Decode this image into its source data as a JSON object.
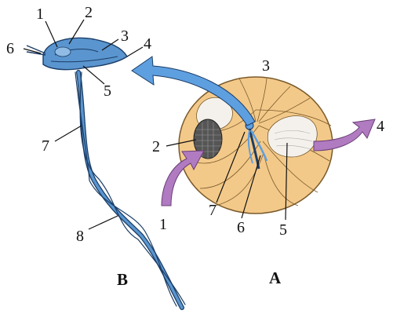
{
  "panels": {
    "b": "B",
    "a": "A"
  },
  "labels_b": [
    "1",
    "2",
    "3",
    "4",
    "5",
    "6",
    "7",
    "8"
  ],
  "labels_a": [
    "1",
    "2",
    "3",
    "4",
    "5",
    "6",
    "7"
  ],
  "colors": {
    "cell_fill": "#f3c98a",
    "cell_stroke": "#7a5a2a",
    "flagellum_fill": "#5a95cf",
    "flagellum_stroke": "#1b3d66",
    "arrow_blue": "#5e9fe0",
    "arrow_purple": "#b07bc0"
  }
}
